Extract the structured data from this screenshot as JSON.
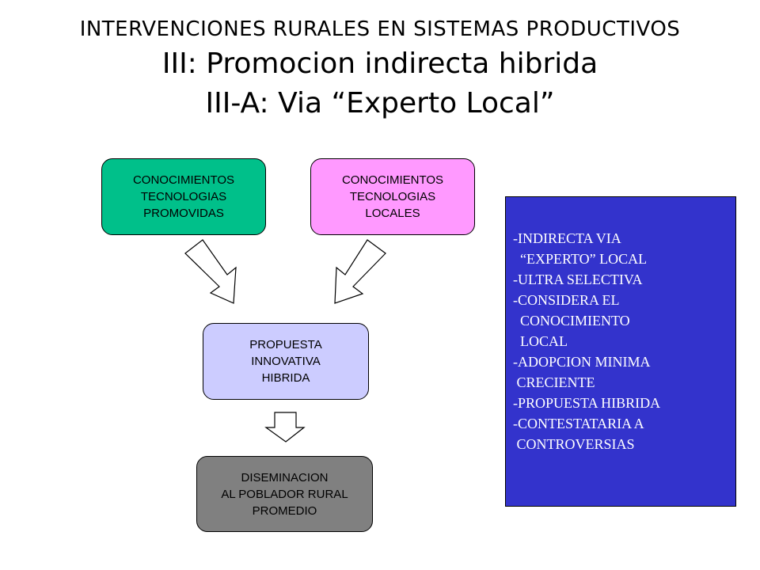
{
  "title": {
    "line1": "INTERVENCIONES RURALES EN SISTEMAS PRODUCTIVOS",
    "line2": "III:  Promocion indirecta hibrida",
    "line3": "III-A: Via “Experto Local”"
  },
  "boxes": {
    "promovidas": {
      "lines": [
        "CONOCIMIENTOS",
        "TECNOLOGIAS",
        "PROMOVIDAS"
      ],
      "color": "#00c08a"
    },
    "locales": {
      "lines": [
        "CONOCIMIENTOS",
        "TECNOLOGIAS",
        "LOCALES"
      ],
      "color": "#ff99ff"
    },
    "propuesta": {
      "lines": [
        "PROPUESTA",
        "INNOVATIVA",
        "HIBRIDA"
      ],
      "color": "#ccccff"
    },
    "diseminacion": {
      "lines": [
        "DISEMINACION",
        "AL POBLADOR RURAL",
        "PROMEDIO"
      ],
      "color": "#808080"
    }
  },
  "side_panel": {
    "color": "#3333cc",
    "lines": [
      "-INDIRECTA VIA",
      "  “EXPERTO” LOCAL",
      "-ULTRA SELECTIVA",
      "-CONSIDERA EL",
      "  CONOCIMIENTO",
      "  LOCAL",
      "-ADOPCION MINIMA",
      " CRECIENTE",
      "-PROPUESTA HIBRIDA",
      "-CONTESTATARIA A",
      " CONTROVERSIAS"
    ]
  }
}
